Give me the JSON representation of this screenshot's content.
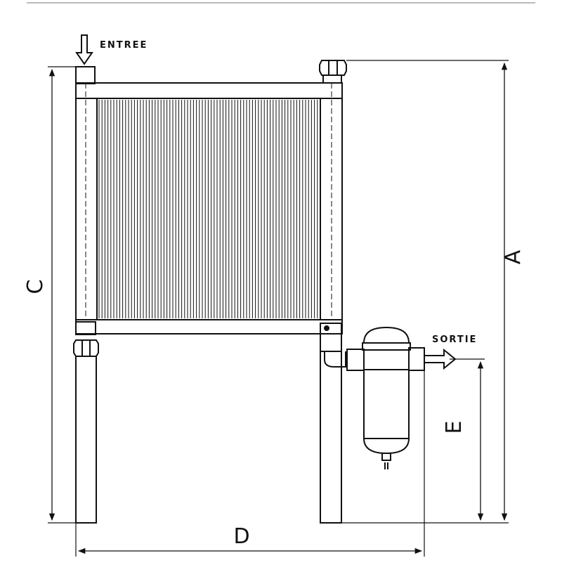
{
  "labels": {
    "inlet": "ENTREE",
    "outlet": "SORTIE"
  },
  "dimensions": {
    "A": "A",
    "C": "C",
    "D": "D",
    "E": "E"
  },
  "colors": {
    "line": "#111111",
    "background": "#ffffff",
    "top_rule": "#bbbbbb"
  }
}
